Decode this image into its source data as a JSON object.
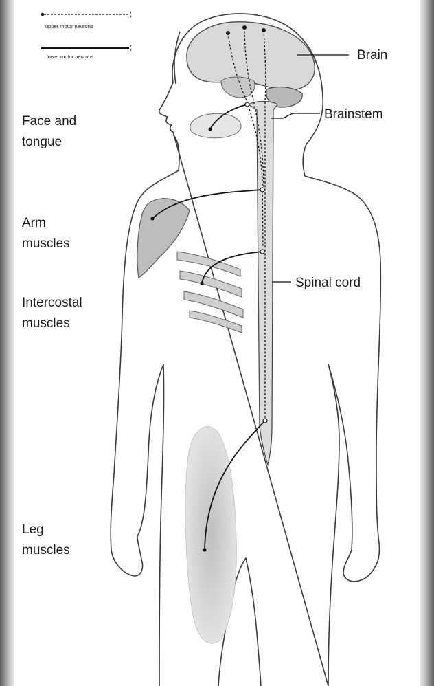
{
  "legend": {
    "upper": "upper motor neurons",
    "lower": "lower motor neurons"
  },
  "labels": {
    "brain": "Brain",
    "brainstem": "Brainstem",
    "spinal_cord": "Spinal cord",
    "face_line1": "Face and",
    "face_line2": "tongue",
    "arm_line1": "Arm",
    "arm_line2": "muscles",
    "intercostal_line1": "Intercostal",
    "intercostal_line2": "muscles",
    "leg_line1": "Leg",
    "leg_line2": "muscles"
  },
  "colors": {
    "outline": "#3a3a3a",
    "neuron": "#111111",
    "brain_fill": "#d9d9d9",
    "muscle_fill": "#bdbdbd"
  }
}
